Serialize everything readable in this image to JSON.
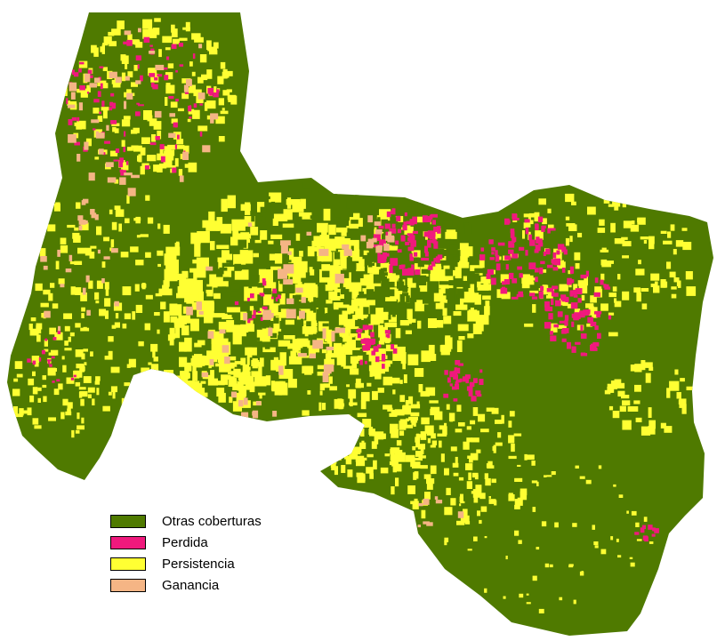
{
  "map": {
    "colors": {
      "otras_coberturas": "#4F7A00",
      "perdida": "#F0197D",
      "persistencia": "#FFFF33",
      "ganancia": "#F5B585"
    }
  },
  "legend": {
    "items": [
      {
        "label": "Otras coberturas",
        "color": "#4F7A00"
      },
      {
        "label": "Perdida",
        "color": "#F0197D"
      },
      {
        "label": "Persistencia",
        "color": "#FFFF33"
      },
      {
        "label": "Ganancia",
        "color": "#F5B585"
      }
    ]
  }
}
